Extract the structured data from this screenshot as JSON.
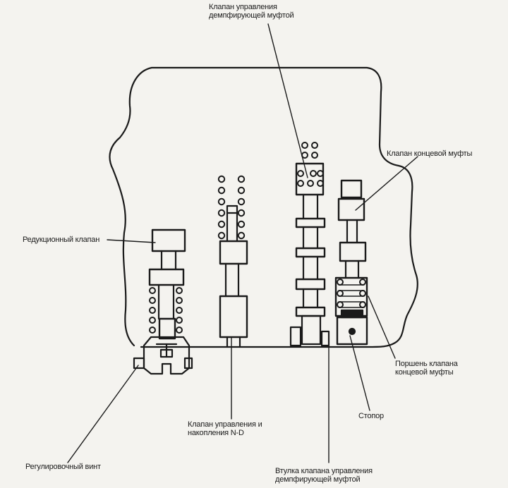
{
  "labels": {
    "damper_control_valve": "Клапан управления\nдемпфирующей муфтой",
    "end_clutch_valve": "Клапан концевой муфты",
    "reducing_valve": "Редукционный клапан",
    "end_clutch_valve_piston": "Поршень клапана\nконцевой муфты",
    "stopper": "Стопор",
    "nd_control_accumulator_valve": "Клапан управления и\nнакопления N-D",
    "adjusting_screw": "Регулировочный винт",
    "damper_control_valve_sleeve": "Втулка клапана управления\nдемпфирующей муфтой"
  },
  "colors": {
    "ink": "#1a1a1a",
    "paper": "#f4f3ef"
  }
}
